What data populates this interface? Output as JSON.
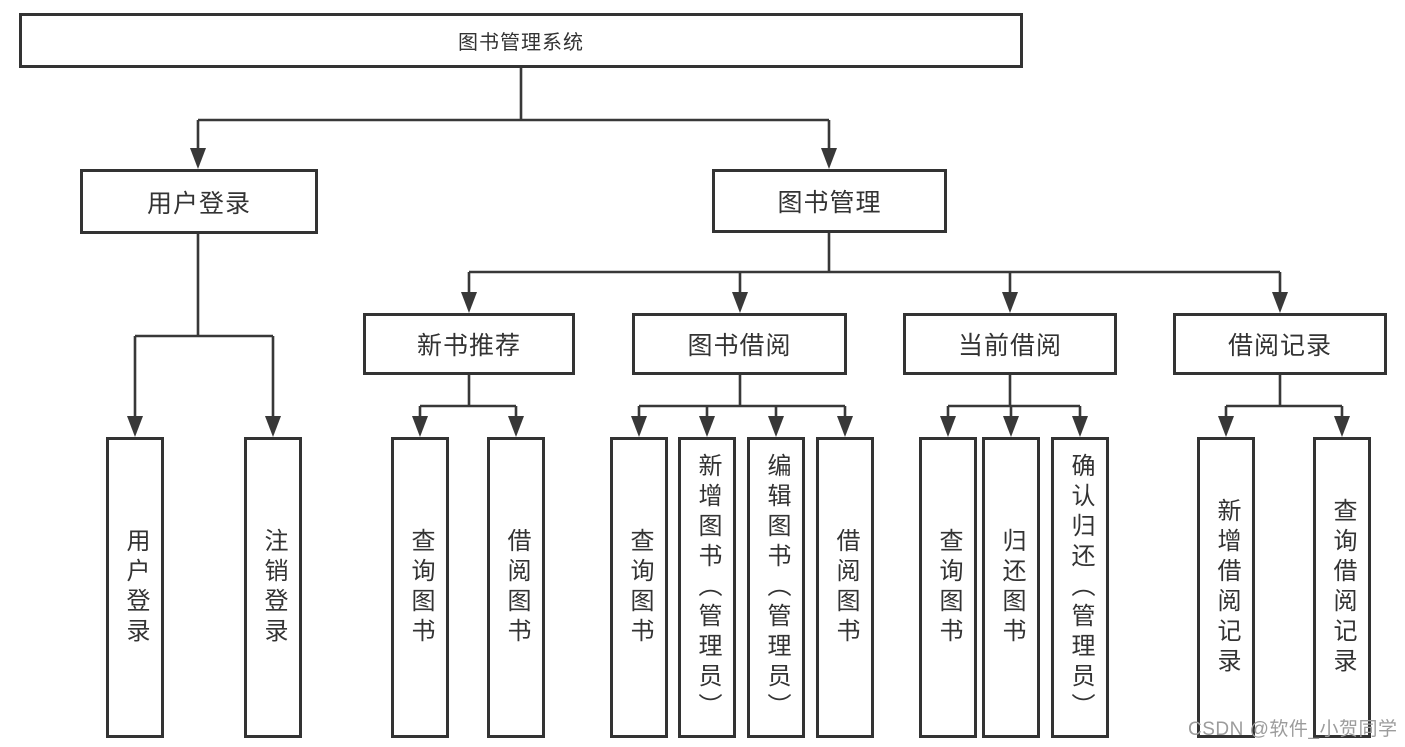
{
  "nodes": {
    "root": "图书管理系统",
    "level2": {
      "user_login": "用户登录",
      "book_mgmt": "图书管理"
    },
    "level3": {
      "new_book_rec": "新书推荐",
      "book_borrow": "图书借阅",
      "current_borrow": "当前借阅",
      "borrow_records": "借阅记录"
    },
    "level4": {
      "user_login": "用户登录",
      "logout": "注销登录",
      "rec_query_book": "查询图书",
      "rec_borrow_book": "借阅图书",
      "borrow_query_book": "查询图书",
      "borrow_add_book": "新增图书（管理员）",
      "borrow_edit_book": "编辑图书（管理员）",
      "borrow_borrow_book": "借阅图书",
      "current_query_book": "查询图书",
      "current_return_book": "归还图书",
      "current_confirm_return": "确认归还（管理员）",
      "records_add_record": "新增借阅记录",
      "records_query_record": "查询借阅记录"
    }
  },
  "watermark": "CSDN @软件_小贺同学",
  "colors": {
    "border": "#333333",
    "text": "#333333",
    "line": "#383838",
    "watermark": "#9c9c9c",
    "background": "#ffffff"
  }
}
